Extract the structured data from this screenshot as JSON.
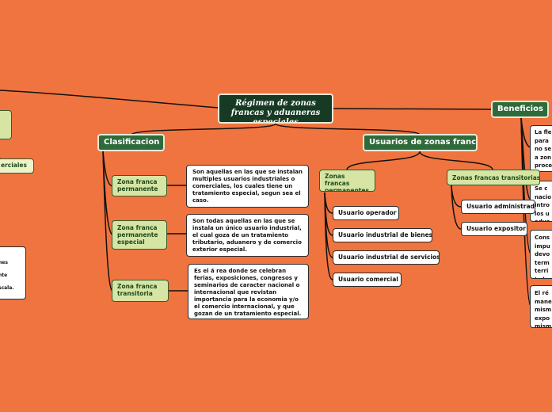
{
  "root": {
    "title": "Régimen de zonas francas y aduaneras especiales"
  },
  "beneficios": {
    "label": "Beneficios",
    "items": [
      "La fle para no se a zon proce los us",
      "Se c nacio intro los u adua",
      "Cons impu devo term terri Indus",
      "El ré mane mism expo mism"
    ]
  },
  "left_partial": {
    "sub_label": "erciales",
    "leaf_lines": [
      "nes",
      "nte",
      "scala."
    ]
  },
  "clasificacion": {
    "label": "Clasificacion",
    "items": [
      {
        "label": "Zona franca permanente",
        "desc": "Son aquellas en las que se instalan multiples usuarios industriales o comerciales, los cuales tiene un tratamiento especial, segun sea el caso."
      },
      {
        "label": "Zona franca permanente especial",
        "desc": "Son todas aquellas en las que se instala un único usuario industrial, el cual goza de un tratamiento tributario, aduanero y de comercio exterior especial."
      },
      {
        "label": "Zona franca transitoria",
        "desc": "Es el á rea donde se celebran ferias, exposiciones, congresos y seminarios de caracter nacional o internacional que revistan importancia para la economia y/o el comercio internacional, y que gozan de un tratamiento especial."
      }
    ]
  },
  "usuarios": {
    "label": "Usuarios de zonas franca",
    "permanentes": {
      "label": "Zonas francas permanentes",
      "items": [
        "Usuario operador",
        "Usuario industrial de bienes",
        "Usuario industrial de servicios",
        "Usuario comercial"
      ]
    },
    "transitorias": {
      "label": "Zonas francas transitorias",
      "items": [
        "Usuario administrador",
        "Usuario expositor"
      ]
    }
  }
}
